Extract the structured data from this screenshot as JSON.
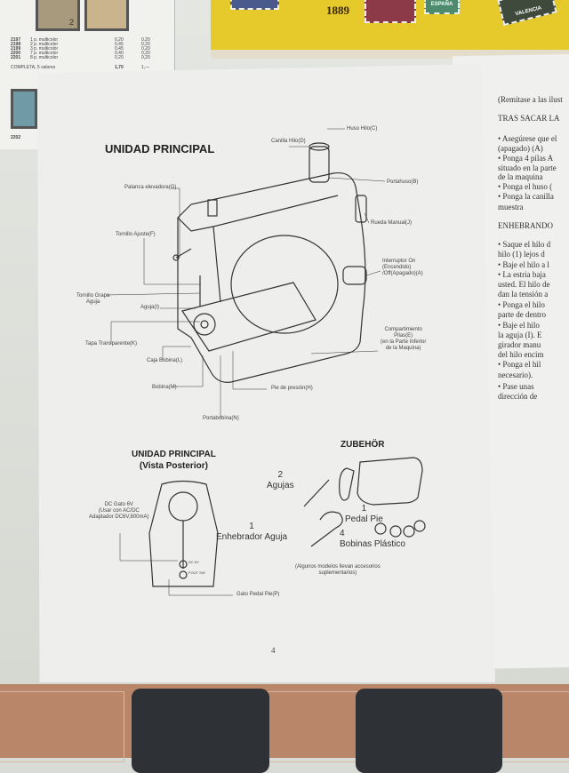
{
  "catalog": {
    "rows": [
      {
        "num": "2197",
        "desc": "1 p. multicolor",
        "v1": "0,20",
        "v2": "0,20"
      },
      {
        "num": "2198",
        "desc": "2 p. multicolor",
        "v1": "0,45",
        "v2": "0,20"
      },
      {
        "num": "2199",
        "desc": "3 p. multicolor",
        "v1": "0,45",
        "v2": "0,20"
      },
      {
        "num": "2200",
        "desc": "7 p. multicolor",
        "v1": "0,40",
        "v2": "0,20"
      },
      {
        "num": "2201",
        "desc": "8 p. multicolor",
        "v1": "0,20",
        "v2": "0,20"
      }
    ],
    "complete": {
      "label": "COMPLETA, 5 valores",
      "v1": "1,70",
      "v2": "1,—"
    },
    "next_num": "2202",
    "stamp_value": "2"
  },
  "book": {
    "year": "1889",
    "stamp1": "ESPAÑA",
    "stamp2": "VALENCIA"
  },
  "manual": {
    "main_title": "UNIDAD PRINCIPAL",
    "labels": {
      "huso": "Huso Hilo(C)",
      "canilla": "Canilla Hilo(D)",
      "portahuso": "Portahuso(B)",
      "palanca": "Palanca elevadora(G)",
      "rueda": "Rueda Manual(J)",
      "tornillo_ajuste": "Tornillo Ajuste(F)",
      "interruptor": "Interruptor On\n(Encendido)\n/Off(Apagado)(A)",
      "tornillo_grapa": "Tornillo Grapa\nAguja",
      "aguja": "Aguja(I)",
      "tapa": "Tapa Transparente(K)",
      "compartimiento": "Compartimiento\nPilas(E)\n(en la Parte Inferior\nde la Maquina)",
      "caja": "Caja Bobina(L)",
      "bobina": "Bobina(M)",
      "pie": "Pie de presión(H)",
      "portabobina": "Portabobina(N)"
    },
    "rear_title": "UNIDAD PRINCIPAL\n(Vista Posterior)",
    "rear_labels": {
      "dc": "DC Gato 6V\n(Usar con AC/DC\nAdaptador DC6V,800mA)",
      "gato": "Gato Pedal Pie(P)",
      "port1": "DC 6V",
      "port2": "FOOT SW"
    },
    "accessories_title": "ZUBEHÖR",
    "accessories": {
      "agujas": "2\nAgujas",
      "pedal": "1\nPedal Pie",
      "enhebrador": "1\nEnhebrador Aguja",
      "bobinas": "4\nBobinas Plástico"
    },
    "note": "(Algunos modelos llevan accesorios\nsuplementarios)",
    "page_number": "4"
  },
  "right_page": {
    "lines": [
      "(Remitase a las ilust",
      "TRAS SACAR LA",
      "• Asegúrese que el",
      "(apagado) (A)",
      "• Ponga 4 pilas A",
      "situado en la parte",
      "de la maquina",
      "• Ponga el huso (",
      "• Ponga la canilla",
      "muestra",
      "ENHEBRANDO",
      "• Saque el hilo d",
      "hilo (1) lejos d",
      "• Baje el hilo a l",
      "• La estria baja",
      "usted. El hilo de",
      "dan la tensión a",
      "• Ponga el hilo",
      "parte de dentro",
      "• Baje el hilo",
      "la aguja (I). E",
      "girador manu",
      "del hilo encim",
      "• Ponga el hil",
      "necesario).",
      "• Pase unas",
      "dirección de"
    ]
  }
}
